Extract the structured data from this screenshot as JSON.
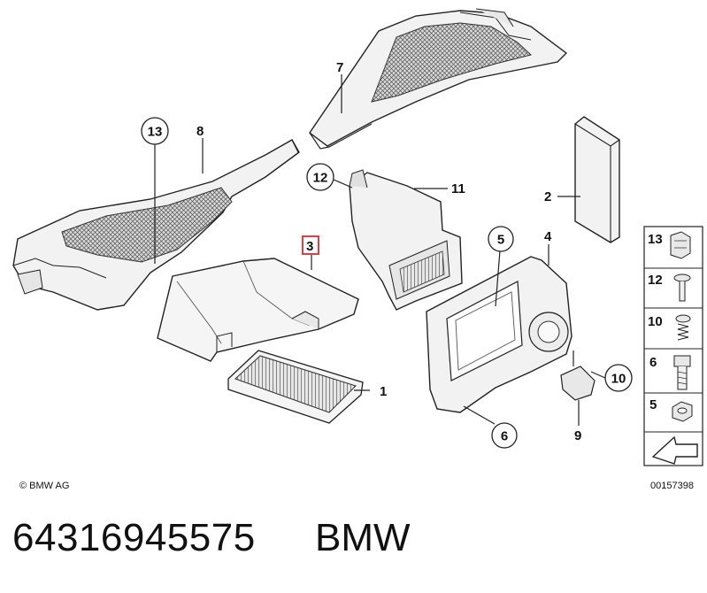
{
  "diagram": {
    "copyright": "© BMW AG",
    "drawing_id": "00157398",
    "callouts": {
      "c1": "1",
      "c2": "2",
      "c3": "3",
      "c4": "4",
      "c5": "5",
      "c6": "6",
      "c7": "7",
      "c8": "8",
      "c9": "9",
      "c10": "10",
      "c11": "11",
      "c12": "12",
      "c13": "13"
    },
    "highlight_color": "#e0282f",
    "side_panel": [
      "13",
      "12",
      "10",
      "6",
      "5"
    ]
  },
  "footer": {
    "part_number": "64316945575",
    "brand": "BMW"
  }
}
